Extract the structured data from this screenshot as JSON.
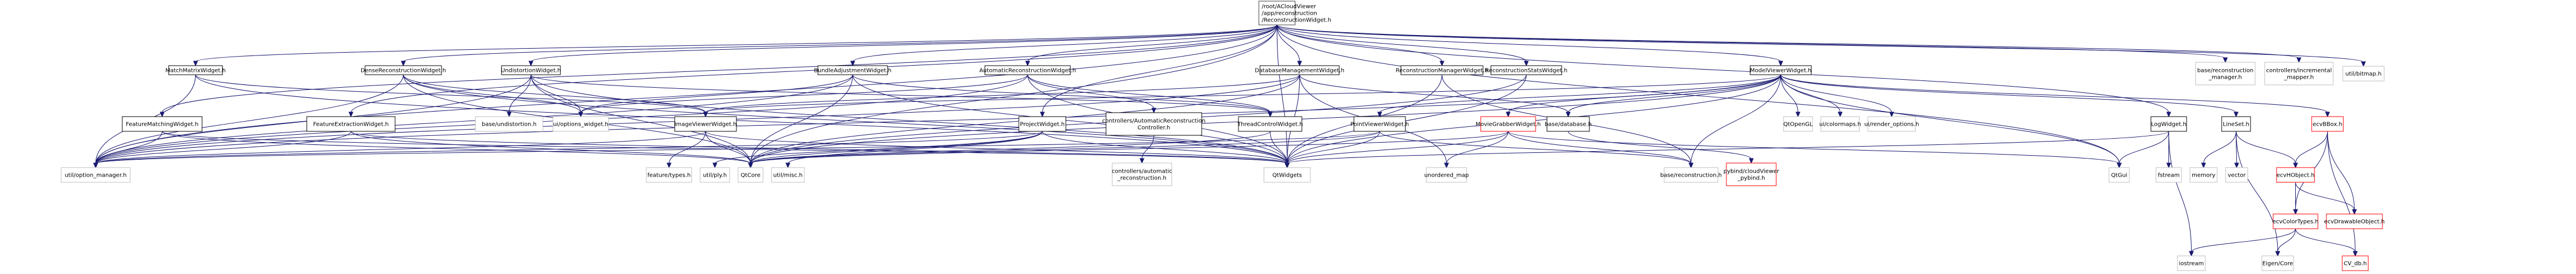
{
  "title": "/root/ACloudViewer/app/reconstruction/ReconstructionWidget.h",
  "colors": {
    "edge": "#191970",
    "root_fill": "#bfbfbf",
    "root_border": "#404040",
    "documented_border": "#000000",
    "external_border": "#bfbfbf",
    "incomplete_border": "#ff0000"
  },
  "nodes": [
    {
      "id": "root",
      "lines": [
        "/root/ACloudViewer",
        "/app/reconstruction",
        "/ReconstructionWidget.h"
      ],
      "kind": "root"
    },
    {
      "id": "MatchMatrixWidget",
      "lines": [
        "MatchMatrixWidget.h"
      ],
      "kind": "documented"
    },
    {
      "id": "DenseReconstructionWidget",
      "lines": [
        "DenseReconstructionWidget.h"
      ],
      "kind": "documented"
    },
    {
      "id": "UndistortionWidget",
      "lines": [
        "UndistortionWidget.h"
      ],
      "kind": "documented"
    },
    {
      "id": "BundleAdjustmentWidget",
      "lines": [
        "BundleAdjustmentWidget.h"
      ],
      "kind": "documented"
    },
    {
      "id": "AutomaticReconstructionWidget",
      "lines": [
        "AutomaticReconstructionWidget.h"
      ],
      "kind": "documented"
    },
    {
      "id": "DatabaseManagementWidget",
      "lines": [
        "DatabaseManagementWidget.h"
      ],
      "kind": "documented"
    },
    {
      "id": "ReconstructionManagerWidget",
      "lines": [
        "ReconstructionManagerWidget.h"
      ],
      "kind": "documented"
    },
    {
      "id": "ReconstructionStatsWidget",
      "lines": [
        "ReconstructionStatsWidget.h"
      ],
      "kind": "documented"
    },
    {
      "id": "ModelViewerWidget",
      "lines": [
        "ModelViewerWidget.h"
      ],
      "kind": "documented"
    },
    {
      "id": "reconstruction_manager",
      "lines": [
        "base/reconstruction",
        "_manager.h"
      ],
      "kind": "external"
    },
    {
      "id": "incremental_mapper",
      "lines": [
        "controllers/incremental",
        "_mapper.h"
      ],
      "kind": "external"
    },
    {
      "id": "bitmap",
      "lines": [
        "util/bitmap.h"
      ],
      "kind": "external"
    },
    {
      "id": "FeatureMatchingWidget",
      "lines": [
        "FeatureMatchingWidget.h"
      ],
      "kind": "documented"
    },
    {
      "id": "FeatureExtractionWidget",
      "lines": [
        "FeatureExtractionWidget.h"
      ],
      "kind": "documented"
    },
    {
      "id": "undistortion",
      "lines": [
        "base/undistortion.h"
      ],
      "kind": "external"
    },
    {
      "id": "options_widget",
      "lines": [
        "ui/options_widget.h"
      ],
      "kind": "external"
    },
    {
      "id": "ImageViewerWidget",
      "lines": [
        "ImageViewerWidget.h"
      ],
      "kind": "documented"
    },
    {
      "id": "ProjectWidget",
      "lines": [
        "ProjectWidget.h"
      ],
      "kind": "documented"
    },
    {
      "id": "AutoReconController",
      "lines": [
        "controllers/AutomaticReconstruction",
        "Controller.h"
      ],
      "kind": "documented"
    },
    {
      "id": "ThreadControlWidget",
      "lines": [
        "ThreadControlWidget.h"
      ],
      "kind": "documented"
    },
    {
      "id": "PointViewerWidget",
      "lines": [
        "PointViewerWidget.h"
      ],
      "kind": "documented"
    },
    {
      "id": "MovieGrabberWidget",
      "lines": [
        "MovieGrabberWidget.h"
      ],
      "kind": "incomplete"
    },
    {
      "id": "database",
      "lines": [
        "base/database.h"
      ],
      "kind": "documented"
    },
    {
      "id": "QtOpenGL",
      "lines": [
        "QtOpenGL"
      ],
      "kind": "external"
    },
    {
      "id": "colormaps",
      "lines": [
        "ui/colormaps.h"
      ],
      "kind": "external"
    },
    {
      "id": "render_options",
      "lines": [
        "ui/render_options.h"
      ],
      "kind": "external"
    },
    {
      "id": "LogWidget",
      "lines": [
        "LogWidget.h"
      ],
      "kind": "documented"
    },
    {
      "id": "LineSet",
      "lines": [
        "LineSet.h"
      ],
      "kind": "documented"
    },
    {
      "id": "ecvBBox",
      "lines": [
        "ecvBBox.h"
      ],
      "kind": "incomplete"
    },
    {
      "id": "option_manager",
      "lines": [
        "util/option_manager.h"
      ],
      "kind": "external"
    },
    {
      "id": "feature_types",
      "lines": [
        "feature/types.h"
      ],
      "kind": "external"
    },
    {
      "id": "ply",
      "lines": [
        "util/ply.h"
      ],
      "kind": "external"
    },
    {
      "id": "QtCore",
      "lines": [
        "QtCore"
      ],
      "kind": "external"
    },
    {
      "id": "misc",
      "lines": [
        "util/misc.h"
      ],
      "kind": "external"
    },
    {
      "id": "automatic_reconstruction",
      "lines": [
        "controllers/automatic",
        "_reconstruction.h"
      ],
      "kind": "external"
    },
    {
      "id": "QtWidgets",
      "lines": [
        "QtWidgets"
      ],
      "kind": "external"
    },
    {
      "id": "unordered_map",
      "lines": [
        "unordered_map"
      ],
      "kind": "external"
    },
    {
      "id": "base_reconstruction",
      "lines": [
        "base/reconstruction.h"
      ],
      "kind": "external"
    },
    {
      "id": "pybind",
      "lines": [
        "pybind/cloudViewer",
        "_pybind.h"
      ],
      "kind": "incomplete"
    },
    {
      "id": "QtGui",
      "lines": [
        "QtGui"
      ],
      "kind": "external"
    },
    {
      "id": "fstream",
      "lines": [
        "fstream"
      ],
      "kind": "external"
    },
    {
      "id": "memory",
      "lines": [
        "memory"
      ],
      "kind": "external"
    },
    {
      "id": "vector",
      "lines": [
        "vector"
      ],
      "kind": "external"
    },
    {
      "id": "ecvHObject",
      "lines": [
        "ecvHObject.h"
      ],
      "kind": "incomplete"
    },
    {
      "id": "ecvColorTypes",
      "lines": [
        "ecvColorTypes.h"
      ],
      "kind": "incomplete"
    },
    {
      "id": "ecvDrawableObject",
      "lines": [
        "ecvDrawableObject.h"
      ],
      "kind": "incomplete"
    },
    {
      "id": "iostream",
      "lines": [
        "iostream"
      ],
      "kind": "external"
    },
    {
      "id": "EigenCore",
      "lines": [
        "Eigen/Core"
      ],
      "kind": "external"
    },
    {
      "id": "CV_db",
      "lines": [
        "CV_db.h"
      ],
      "kind": "incomplete"
    }
  ],
  "edges": [
    [
      "root",
      "MatchMatrixWidget"
    ],
    [
      "root",
      "DenseReconstructionWidget"
    ],
    [
      "root",
      "UndistortionWidget"
    ],
    [
      "root",
      "BundleAdjustmentWidget"
    ],
    [
      "root",
      "AutomaticReconstructionWidget"
    ],
    [
      "root",
      "DatabaseManagementWidget"
    ],
    [
      "root",
      "ReconstructionManagerWidget"
    ],
    [
      "root",
      "ReconstructionStatsWidget"
    ],
    [
      "root",
      "ModelViewerWidget"
    ],
    [
      "root",
      "reconstruction_manager"
    ],
    [
      "root",
      "incremental_mapper"
    ],
    [
      "root",
      "bitmap"
    ],
    [
      "root",
      "FeatureMatchingWidget"
    ],
    [
      "root",
      "FeatureExtractionWidget"
    ],
    [
      "root",
      "ProjectWidget"
    ],
    [
      "root",
      "LogWidget"
    ],
    [
      "root",
      "option_manager"
    ],
    [
      "root",
      "QtWidgets"
    ],
    [
      "root",
      "QtCore"
    ],
    [
      "root",
      "QtGui"
    ],
    [
      "MatchMatrixWidget",
      "option_manager"
    ],
    [
      "MatchMatrixWidget",
      "ImageViewerWidget"
    ],
    [
      "MatchMatrixWidget",
      "QtWidgets"
    ],
    [
      "DenseReconstructionWidget",
      "option_manager"
    ],
    [
      "DenseReconstructionWidget",
      "options_widget"
    ],
    [
      "DenseReconstructionWidget",
      "ImageViewerWidget"
    ],
    [
      "DenseReconstructionWidget",
      "QtWidgets"
    ],
    [
      "DenseReconstructionWidget",
      "QtCore"
    ],
    [
      "UndistortionWidget",
      "option_manager"
    ],
    [
      "UndistortionWidget",
      "undistortion"
    ],
    [
      "UndistortionWidget",
      "options_widget"
    ],
    [
      "UndistortionWidget",
      "ThreadControlWidget"
    ],
    [
      "UndistortionWidget",
      "QtWidgets"
    ],
    [
      "UndistortionWidget",
      "QtCore"
    ],
    [
      "BundleAdjustmentWidget",
      "option_manager"
    ],
    [
      "BundleAdjustmentWidget",
      "options_widget"
    ],
    [
      "BundleAdjustmentWidget",
      "ThreadControlWidget"
    ],
    [
      "BundleAdjustmentWidget",
      "QtWidgets"
    ],
    [
      "BundleAdjustmentWidget",
      "QtCore"
    ],
    [
      "AutomaticReconstructionWidget",
      "option_manager"
    ],
    [
      "AutomaticReconstructionWidget",
      "options_widget"
    ],
    [
      "AutomaticReconstructionWidget",
      "AutoReconController"
    ],
    [
      "AutomaticReconstructionWidget",
      "ThreadControlWidget"
    ],
    [
      "AutomaticReconstructionWidget",
      "QtWidgets"
    ],
    [
      "DatabaseManagementWidget",
      "option_manager"
    ],
    [
      "DatabaseManagementWidget",
      "ImageViewerWidget"
    ],
    [
      "DatabaseManagementWidget",
      "database"
    ],
    [
      "DatabaseManagementWidget",
      "QtWidgets"
    ],
    [
      "DatabaseManagementWidget",
      "QtCore"
    ],
    [
      "DatabaseManagementWidget",
      "unordered_map"
    ],
    [
      "ReconstructionManagerWidget",
      "QtWidgets"
    ],
    [
      "ReconstructionManagerWidget",
      "base_reconstruction"
    ],
    [
      "ReconstructionStatsWidget",
      "QtWidgets"
    ],
    [
      "ReconstructionStatsWidget",
      "QtCore"
    ],
    [
      "ModelViewerWidget",
      "option_manager"
    ],
    [
      "ModelViewerWidget",
      "ImageViewerWidget"
    ],
    [
      "ModelViewerWidget",
      "PointViewerWidget"
    ],
    [
      "ModelViewerWidget",
      "MovieGrabberWidget"
    ],
    [
      "ModelViewerWidget",
      "database"
    ],
    [
      "ModelViewerWidget",
      "QtOpenGL"
    ],
    [
      "ModelViewerWidget",
      "colormaps"
    ],
    [
      "ModelViewerWidget",
      "render_options"
    ],
    [
      "ModelViewerWidget",
      "LineSet"
    ],
    [
      "ModelViewerWidget",
      "ecvBBox"
    ],
    [
      "ModelViewerWidget",
      "QtWidgets"
    ],
    [
      "ModelViewerWidget",
      "QtCore"
    ],
    [
      "ModelViewerWidget",
      "base_reconstruction"
    ],
    [
      "ModelViewerWidget",
      "QtGui"
    ],
    [
      "FeatureMatchingWidget",
      "option_manager"
    ],
    [
      "FeatureMatchingWidget",
      "QtWidgets"
    ],
    [
      "FeatureMatchingWidget",
      "QtCore"
    ],
    [
      "FeatureExtractionWidget",
      "option_manager"
    ],
    [
      "FeatureExtractionWidget",
      "QtWidgets"
    ],
    [
      "FeatureExtractionWidget",
      "QtCore"
    ],
    [
      "ImageViewerWidget",
      "option_manager"
    ],
    [
      "ImageViewerWidget",
      "feature_types"
    ],
    [
      "ImageViewerWidget",
      "QtCore"
    ],
    [
      "ImageViewerWidget",
      "QtWidgets"
    ],
    [
      "ProjectWidget",
      "option_manager"
    ],
    [
      "ProjectWidget",
      "ply"
    ],
    [
      "ProjectWidget",
      "QtCore"
    ],
    [
      "ProjectWidget",
      "misc"
    ],
    [
      "ProjectWidget",
      "QtWidgets"
    ],
    [
      "AutoReconController",
      "automatic_reconstruction"
    ],
    [
      "ThreadControlWidget",
      "QtCore"
    ],
    [
      "ThreadControlWidget",
      "QtWidgets"
    ],
    [
      "PointViewerWidget",
      "option_manager"
    ],
    [
      "PointViewerWidget",
      "QtWidgets"
    ],
    [
      "PointViewerWidget",
      "QtCore"
    ],
    [
      "PointViewerWidget",
      "base_reconstruction"
    ],
    [
      "MovieGrabberWidget",
      "QtWidgets"
    ],
    [
      "MovieGrabberWidget",
      "unordered_map"
    ],
    [
      "MovieGrabberWidget",
      "base_reconstruction"
    ],
    [
      "MovieGrabberWidget",
      "QtCore"
    ],
    [
      "MovieGrabberWidget",
      "QtGui"
    ],
    [
      "database",
      "pybind"
    ],
    [
      "LogWidget",
      "QtWidgets"
    ],
    [
      "LogWidget",
      "QtGui"
    ],
    [
      "LogWidget",
      "fstream"
    ],
    [
      "LogWidget",
      "iostream"
    ],
    [
      "LineSet",
      "memory"
    ],
    [
      "LineSet",
      "vector"
    ],
    [
      "LineSet",
      "EigenCore"
    ],
    [
      "LineSet",
      "ecvHObject"
    ],
    [
      "ecvBBox",
      "ecvHObject"
    ],
    [
      "ecvBBox",
      "ecvColorTypes"
    ],
    [
      "ecvBBox",
      "ecvDrawableObject"
    ],
    [
      "ecvBBox",
      "CV_db"
    ],
    [
      "ecvHObject",
      "ecvColorTypes"
    ],
    [
      "ecvHObject",
      "ecvDrawableObject"
    ],
    [
      "ecvColorTypes",
      "iostream"
    ],
    [
      "ecvColorTypes",
      "EigenCore"
    ],
    [
      "ecvColorTypes",
      "CV_db"
    ]
  ]
}
